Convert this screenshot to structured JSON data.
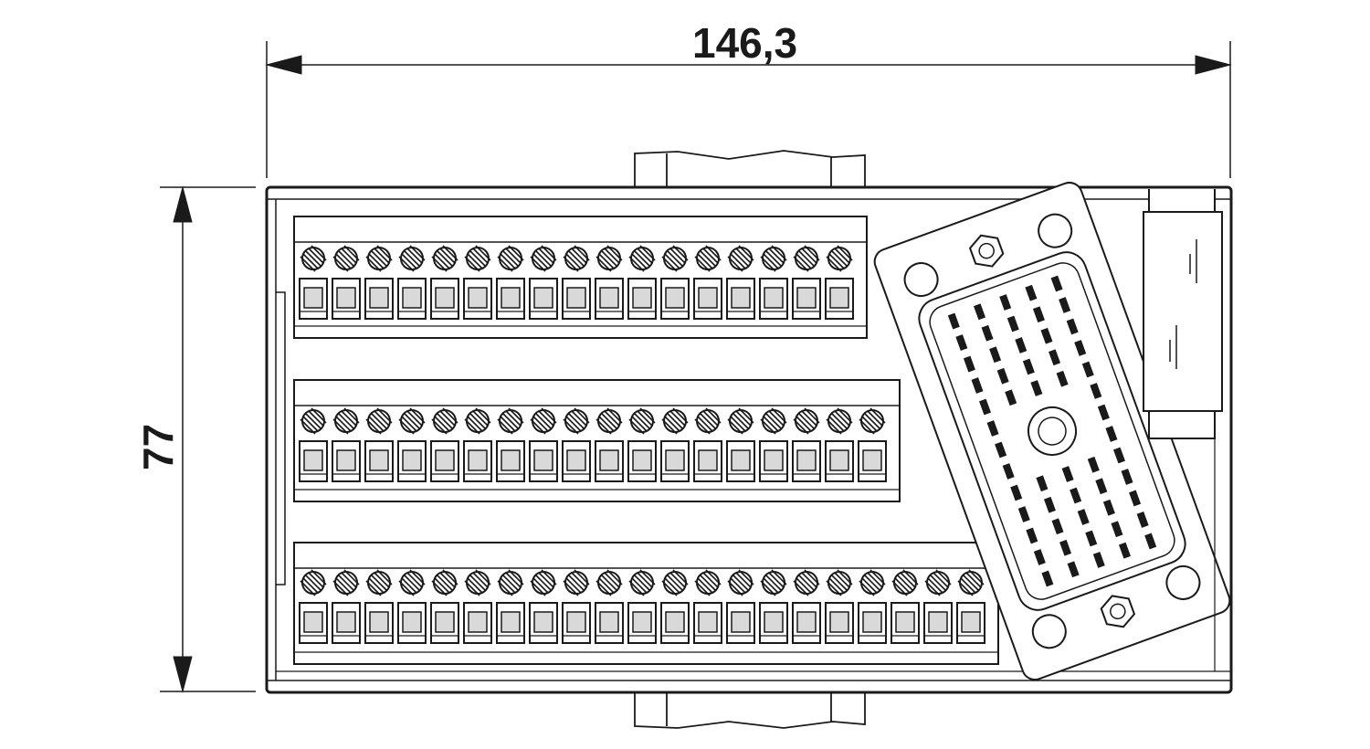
{
  "dimensions": {
    "width_label": "146,3",
    "height_label": "77"
  },
  "terminal_rows": [
    {
      "name": "upper-row",
      "count": 17
    },
    {
      "name": "middle-row",
      "count": 18
    },
    {
      "name": "lower-row",
      "count": 21
    }
  ],
  "colors": {
    "line": "#1a1a1a",
    "clamp_fill": "#d9d9d9",
    "screw_fill": "#ffffff"
  }
}
